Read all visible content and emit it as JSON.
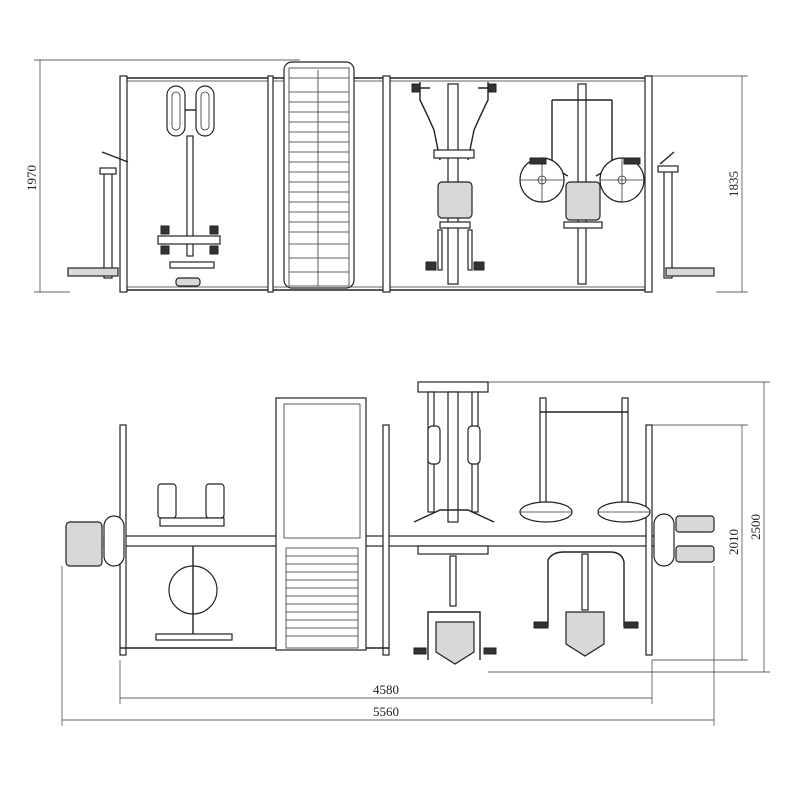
{
  "dimensions": {
    "front_height": "1970",
    "front_height_right": "1835",
    "plan_depth": "2500",
    "plan_depth_inner": "2010",
    "plan_width_inner": "4580",
    "plan_width_total": "5560"
  }
}
